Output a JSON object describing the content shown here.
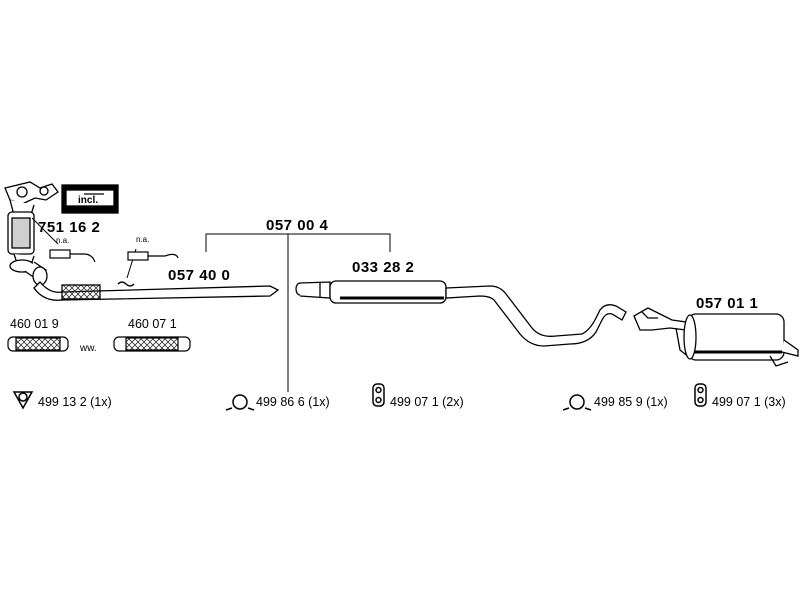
{
  "parts": {
    "catalyst": "751 16 2",
    "incl_box": "incl.",
    "sensor_left_note": "n.a.",
    "sensor_right_note": "n.a.",
    "front_pipe": "057 40 0",
    "pipe_group": "057 00 4",
    "center_muffler": "033 28 2",
    "rear_muffler": "057 01 1",
    "flex_left": "460 01 9",
    "flex_right": "460 07 1",
    "flex_connector": "ww."
  },
  "accessories": [
    {
      "code": "499 13 2 (1x)",
      "icon": "triangle-clamp-icon"
    },
    {
      "code": "499 86 6 (1x)",
      "icon": "ring-clamp-icon"
    },
    {
      "code": "499 07 1 (2x)",
      "icon": "rubber-hanger-icon"
    },
    {
      "code": "499 85 9 (1x)",
      "icon": "ring-clamp-icon"
    },
    {
      "code": "499 07 1 (3x)",
      "icon": "rubber-hanger-icon"
    }
  ]
}
